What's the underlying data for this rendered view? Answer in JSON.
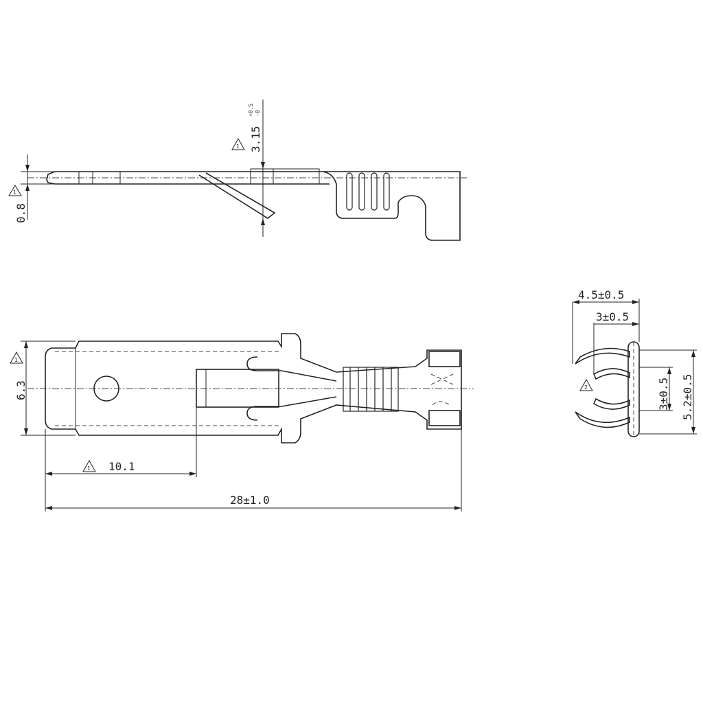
{
  "dimensions": {
    "width_tab": "3.15",
    "width_tab_tol_upper": "+0.5",
    "width_tab_tol_lower": "-0",
    "thickness": "0.8",
    "height": "6.3",
    "length_tab": "10.1",
    "length_total": "28±1.0",
    "outer_barrel_width": "4.5±0.5",
    "inner_barrel_width": "3±0.5",
    "inner_barrel_height": "3±0.5",
    "outer_barrel_height": "5.2±0.5"
  },
  "notes": {
    "note_1": "1",
    "note_2": "2"
  }
}
